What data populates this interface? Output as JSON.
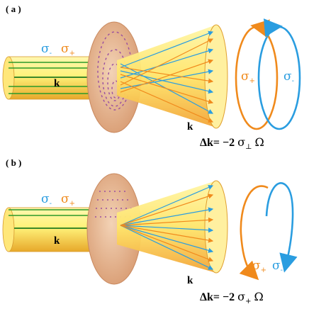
{
  "panels": [
    {
      "label": "( a )",
      "k_in": "k",
      "k_out": "k",
      "sigma_minus": "σ",
      "sigma_minus_sub": "-",
      "sigma_plus": "σ",
      "sigma_plus_sub": "+",
      "circle_left_label": "σ",
      "circle_left_sub": "+",
      "circle_right_label": "σ",
      "circle_right_sub": "-",
      "eq_lhs": "Δk= −2 ",
      "eq_sigma": "σ",
      "eq_sigma_sub": "⊥",
      "eq_omega": "Ω"
    },
    {
      "label": "( b )",
      "k_in": "k",
      "k_out": "k",
      "sigma_minus": "σ",
      "sigma_minus_sub": "-",
      "sigma_plus": "σ",
      "sigma_plus_sub": "+",
      "circle_left_label": "σ",
      "circle_left_sub": "+",
      "circle_right_label": "σ",
      "circle_right_sub": "-",
      "eq_lhs": "Δk= −2 ",
      "eq_sigma": "σ",
      "eq_sigma_sub": "+",
      "eq_omega": "Ω"
    }
  ],
  "colors": {
    "beam_yellow": "#fff27a",
    "beam_orange": "#f5b532",
    "plate": "#e9b894",
    "plate_edge": "#c9895f",
    "sigma_minus": "#2a9de0",
    "sigma_plus": "#f08a1c",
    "wire_green": "#2a9a2a"
  }
}
